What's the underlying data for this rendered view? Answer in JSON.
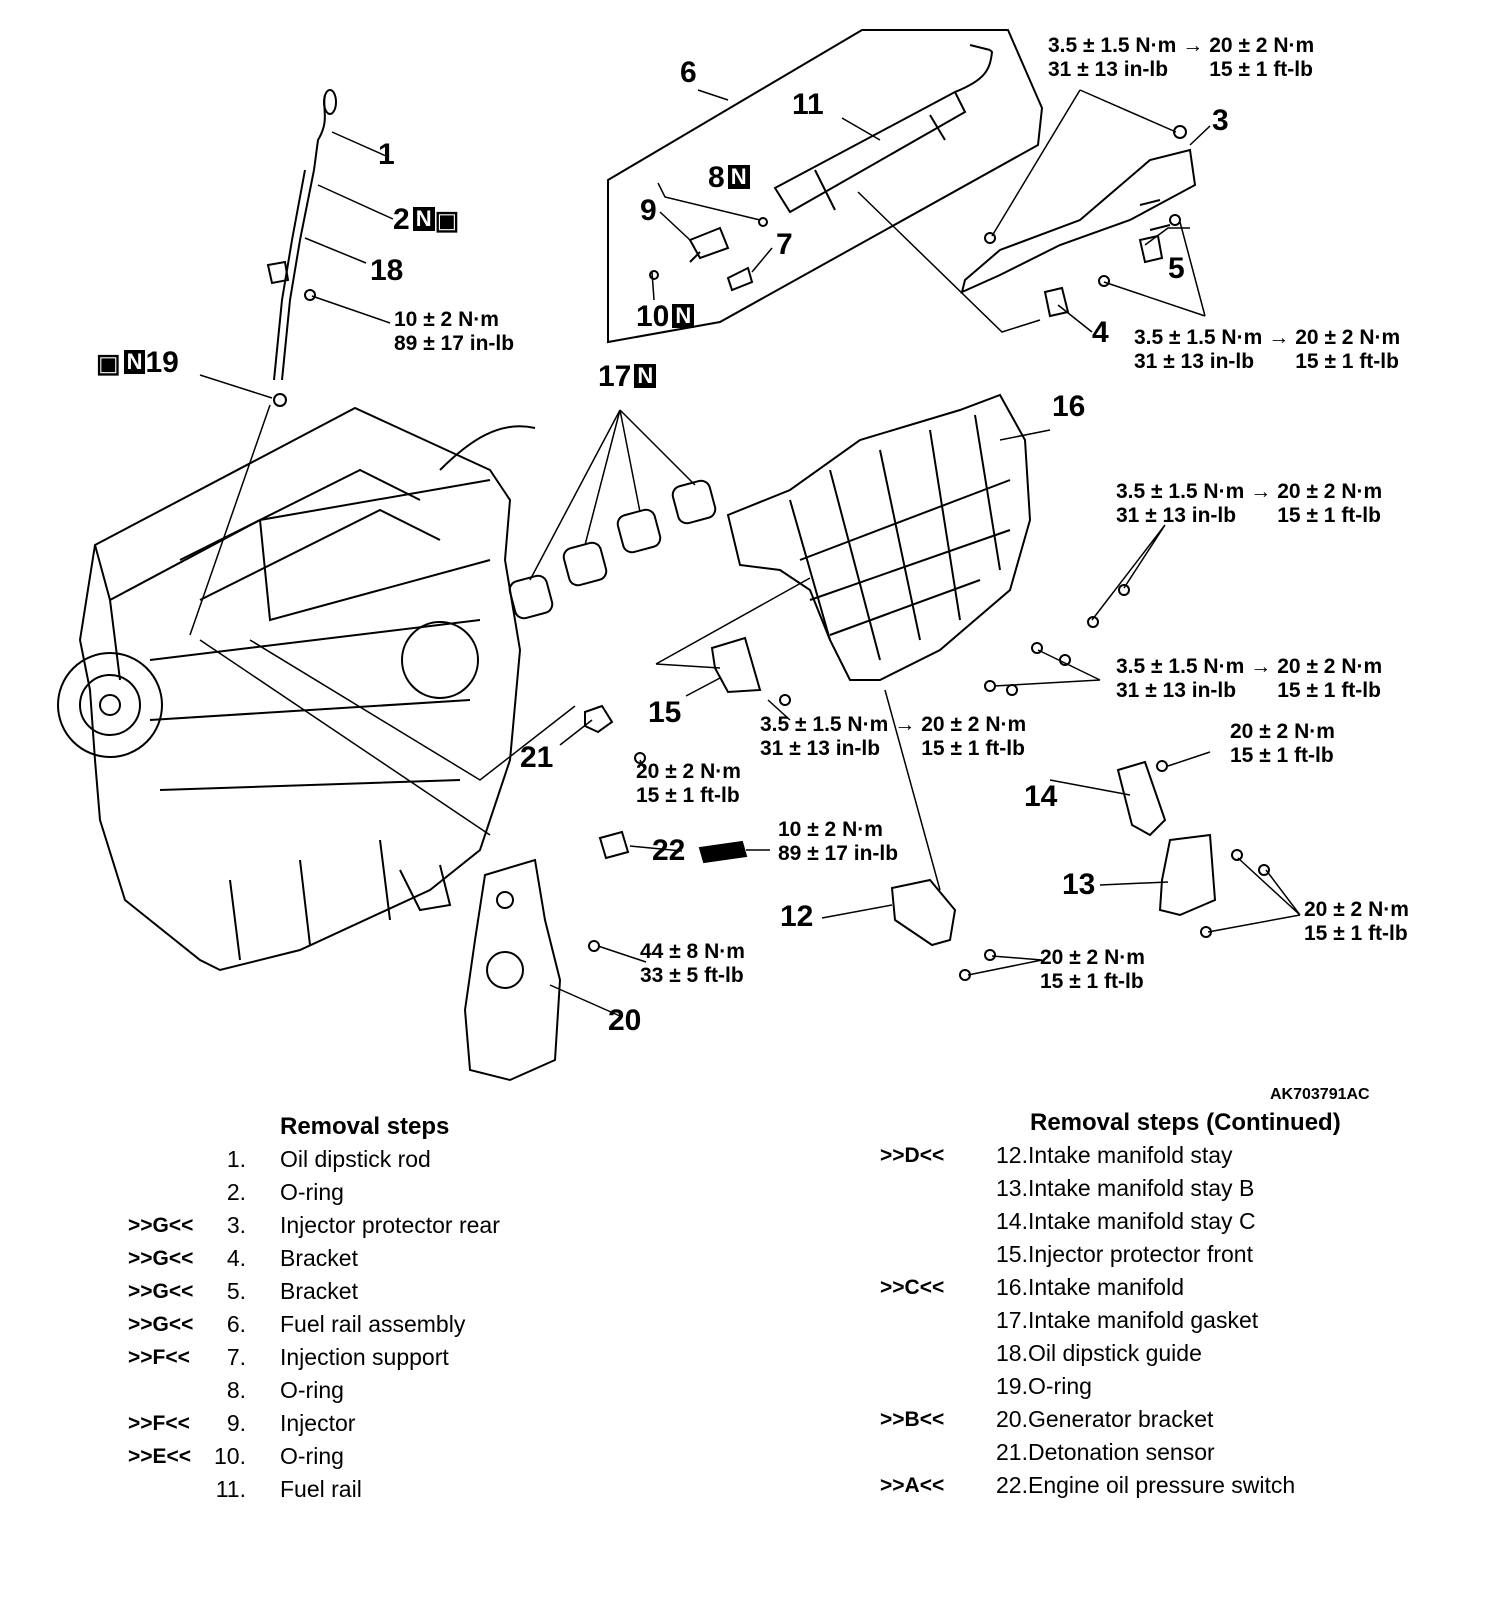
{
  "diagram": {
    "ref_code": "AK703791AC",
    "callouts": [
      {
        "id": "c1",
        "text": "1",
        "n": false
      },
      {
        "id": "c2",
        "text": "2",
        "n": true
      },
      {
        "id": "c3",
        "text": "3",
        "n": false
      },
      {
        "id": "c4",
        "text": "4",
        "n": false
      },
      {
        "id": "c5",
        "text": "5",
        "n": false
      },
      {
        "id": "c6",
        "text": "6",
        "n": false
      },
      {
        "id": "c7",
        "text": "7",
        "n": false
      },
      {
        "id": "c8",
        "text": "8",
        "n": true
      },
      {
        "id": "c9",
        "text": "9",
        "n": false
      },
      {
        "id": "c10",
        "text": "10",
        "n": true
      },
      {
        "id": "c11",
        "text": "11",
        "n": false
      },
      {
        "id": "c12",
        "text": "12",
        "n": false
      },
      {
        "id": "c13",
        "text": "13",
        "n": false
      },
      {
        "id": "c14",
        "text": "14",
        "n": false
      },
      {
        "id": "c15",
        "text": "15",
        "n": false
      },
      {
        "id": "c16",
        "text": "16",
        "n": false
      },
      {
        "id": "c17",
        "text": "17",
        "n": true
      },
      {
        "id": "c18",
        "text": "18",
        "n": false
      },
      {
        "id": "c19",
        "text": "19",
        "n": true
      },
      {
        "id": "c20",
        "text": "20",
        "n": false
      },
      {
        "id": "c21",
        "text": "21",
        "n": false
      },
      {
        "id": "c22",
        "text": "22",
        "n": false
      }
    ],
    "n_mark": "N",
    "arrow": "→",
    "torques": {
      "t_top": {
        "a1": "3.5 ± 1.5 N·m",
        "a2": "31 ± 13 in-lb",
        "b1": "20 ± 2 N·m",
        "b2": "15 ± 1 ft-lb"
      },
      "t_4": {
        "a1": "3.5 ± 1.5 N·m",
        "a2": "31 ± 13 in-lb",
        "b1": "20 ± 2 N·m",
        "b2": "15 ± 1 ft-lb"
      },
      "t_mid1": {
        "a1": "3.5 ± 1.5 N·m",
        "a2": "31 ± 13 in-lb",
        "b1": "20 ± 2 N·m",
        "b2": "15 ± 1 ft-lb"
      },
      "t_mid2": {
        "a1": "3.5 ± 1.5 N·m",
        "a2": "31 ± 13 in-lb",
        "b1": "20 ± 2 N·m",
        "b2": "15 ± 1 ft-lb"
      },
      "t_15": {
        "a1": "3.5 ± 1.5 N·m",
        "a2": "31 ± 13 in-lb",
        "b1": "20 ± 2 N·m",
        "b2": "15 ± 1 ft-lb"
      },
      "t_18": {
        "a1": "10 ± 2 N·m",
        "a2": "89 ± 17 in-lb"
      },
      "t_21": {
        "a1": "20 ± 2 N·m",
        "a2": "15 ± 1 ft-lb"
      },
      "t_14": {
        "a1": "20 ± 2 N·m",
        "a2": "15 ± 1 ft-lb"
      },
      "t_22": {
        "a1": "10 ± 2 N·m",
        "a2": "89 ± 17 in-lb"
      },
      "t_20": {
        "a1": "44 ± 8 N·m",
        "a2": "33 ± 5 ft-lb"
      },
      "t_12": {
        "a1": "20 ± 2 N·m",
        "a2": "15 ± 1 ft-lb"
      },
      "t_13": {
        "a1": "20 ± 2 N·m",
        "a2": "15 ± 1 ft-lb"
      }
    }
  },
  "steps_left": {
    "title": "Removal steps",
    "items": [
      {
        "code": "",
        "num": "1.",
        "label": "Oil dipstick rod"
      },
      {
        "code": "",
        "num": "2.",
        "label": "O-ring"
      },
      {
        "code": ">>G<<",
        "num": "3.",
        "label": "Injector protector rear"
      },
      {
        "code": ">>G<<",
        "num": "4.",
        "label": "Bracket"
      },
      {
        "code": ">>G<<",
        "num": "5.",
        "label": "Bracket"
      },
      {
        "code": ">>G<<",
        "num": "6.",
        "label": "Fuel rail assembly"
      },
      {
        "code": ">>F<<",
        "num": "7.",
        "label": "Injection support"
      },
      {
        "code": "",
        "num": "8.",
        "label": "O-ring"
      },
      {
        "code": ">>F<<",
        "num": "9.",
        "label": "Injector"
      },
      {
        "code": ">>E<<",
        "num": "10.",
        "label": "O-ring"
      },
      {
        "code": "",
        "num": "11.",
        "label": "Fuel rail"
      }
    ]
  },
  "steps_right": {
    "title": "Removal steps (Continued)",
    "items": [
      {
        "code": ">>D<<",
        "num": "12.",
        "label": "Intake manifold stay"
      },
      {
        "code": "",
        "num": "13.",
        "label": "Intake manifold stay B"
      },
      {
        "code": "",
        "num": "14.",
        "label": "Intake manifold stay C"
      },
      {
        "code": "",
        "num": "15.",
        "label": "Injector protector front"
      },
      {
        "code": ">>C<<",
        "num": "16.",
        "label": "Intake manifold"
      },
      {
        "code": "",
        "num": "17.",
        "label": "Intake manifold gasket"
      },
      {
        "code": "",
        "num": "18.",
        "label": "Oil dipstick guide"
      },
      {
        "code": "",
        "num": "19.",
        "label": "O-ring"
      },
      {
        "code": ">>B<<",
        "num": "20.",
        "label": "Generator bracket"
      },
      {
        "code": "",
        "num": "21.",
        "label": "Detonation sensor"
      },
      {
        "code": ">>A<<",
        "num": "22.",
        "label": "Engine oil pressure switch"
      }
    ]
  }
}
